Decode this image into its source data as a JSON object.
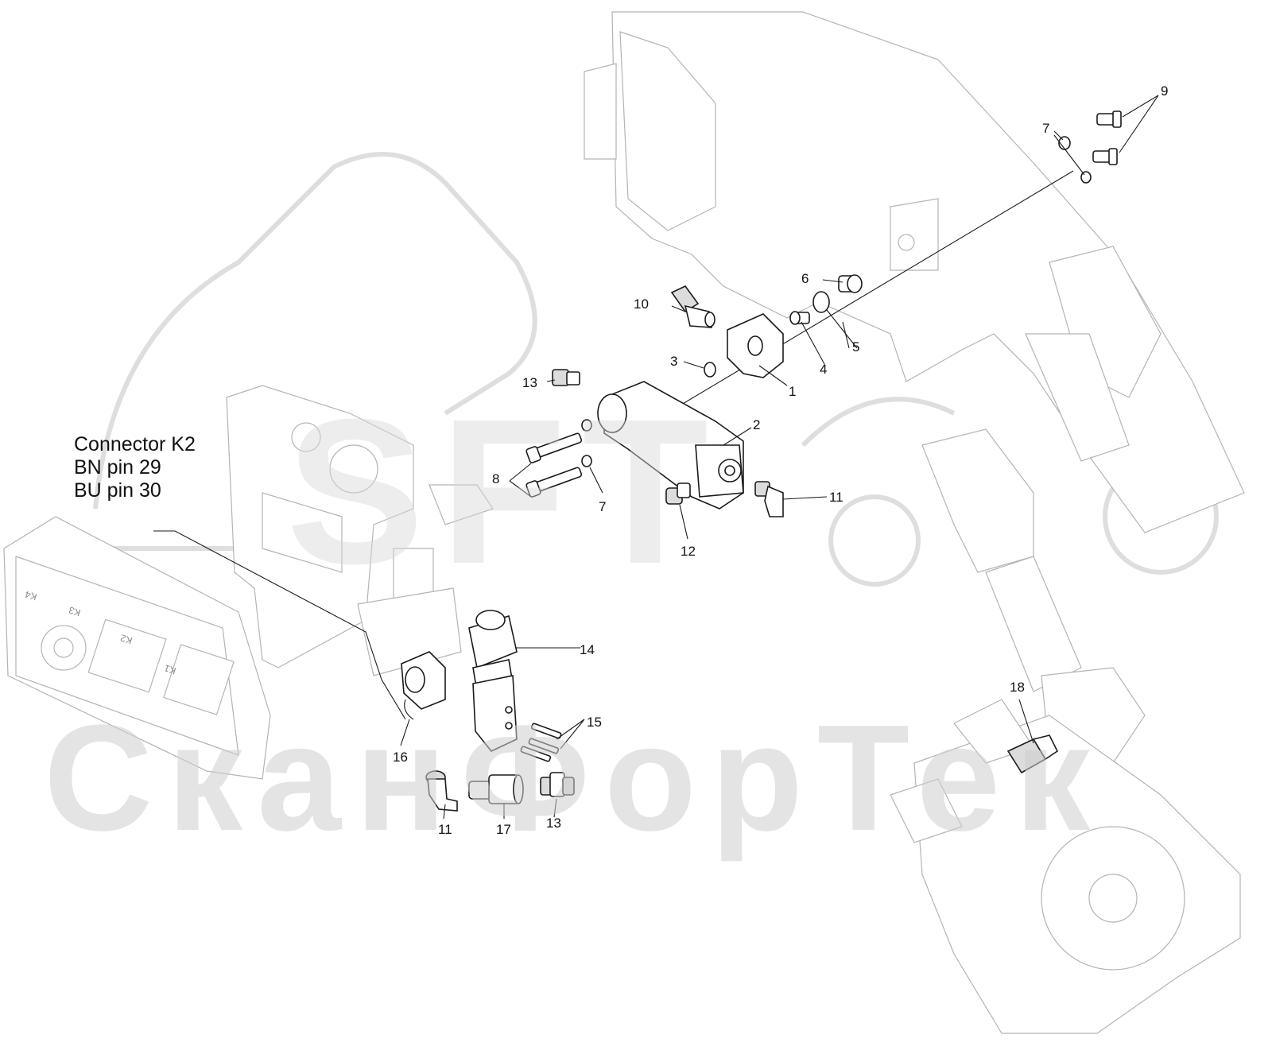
{
  "connector_note": {
    "line1": "Connector K2",
    "line2": "BN pin 29",
    "line3": "BU pin 30"
  },
  "watermark": {
    "logo_text": "SFT",
    "brand": "СканФорТек"
  },
  "ecu_labels": {
    "k1": "K1",
    "k2": "K2",
    "k3": "K3",
    "k4": "K4"
  },
  "callouts": [
    {
      "id": "c1",
      "label": "1"
    },
    {
      "id": "c2",
      "label": "2"
    },
    {
      "id": "c3",
      "label": "3"
    },
    {
      "id": "c4",
      "label": "4"
    },
    {
      "id": "c5",
      "label": "5"
    },
    {
      "id": "c6",
      "label": "6"
    },
    {
      "id": "c7a",
      "label": "7"
    },
    {
      "id": "c7b",
      "label": "7"
    },
    {
      "id": "c8",
      "label": "8"
    },
    {
      "id": "c9",
      "label": "9"
    },
    {
      "id": "c10",
      "label": "10"
    },
    {
      "id": "c11a",
      "label": "11"
    },
    {
      "id": "c11b",
      "label": "11"
    },
    {
      "id": "c12",
      "label": "12"
    },
    {
      "id": "c13a",
      "label": "13"
    },
    {
      "id": "c13b",
      "label": "13"
    },
    {
      "id": "c14",
      "label": "14"
    },
    {
      "id": "c15",
      "label": "15"
    },
    {
      "id": "c16",
      "label": "16"
    },
    {
      "id": "c17",
      "label": "17"
    },
    {
      "id": "c18",
      "label": "18"
    }
  ]
}
